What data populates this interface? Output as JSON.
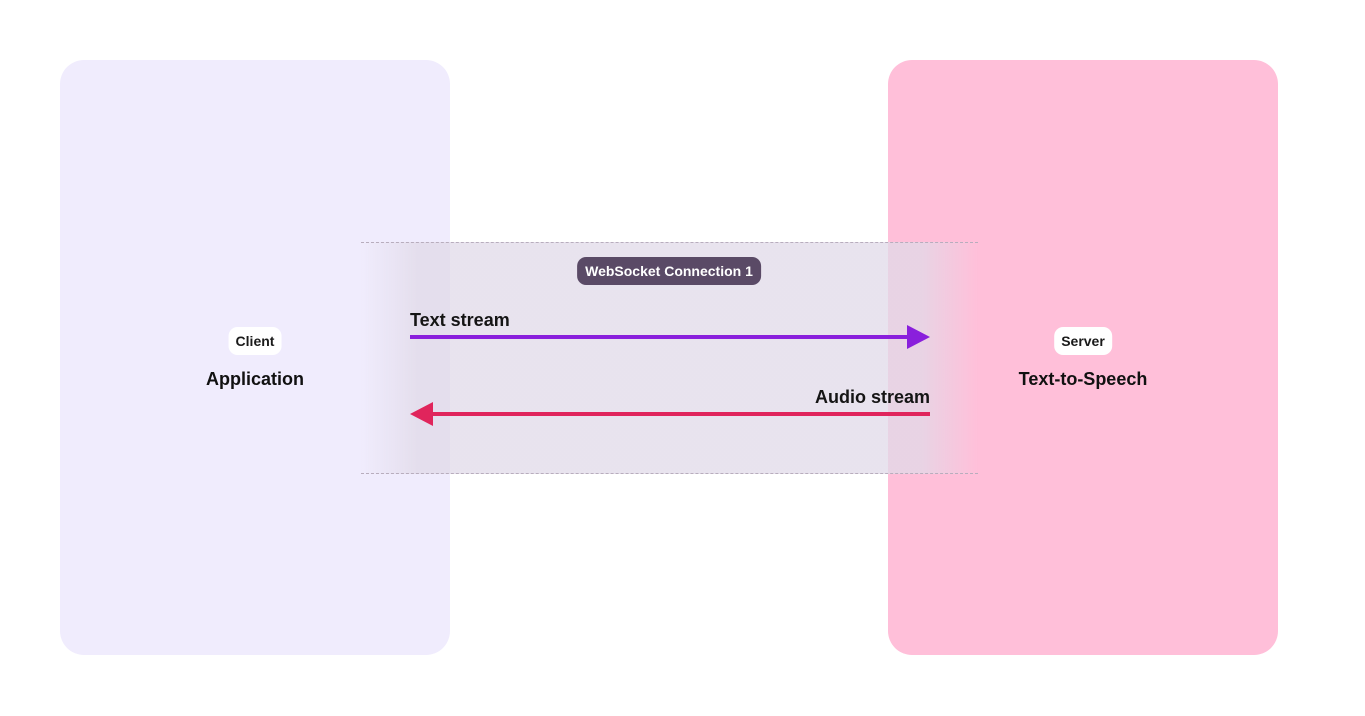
{
  "client": {
    "tag": "Client",
    "title": "Application",
    "color": "#f0ecfd"
  },
  "server": {
    "tag": "Server",
    "title": "Text-to-Speech",
    "color": "#ffbfd9"
  },
  "connection": {
    "label": "WebSocket Connection 1"
  },
  "streams": {
    "text": {
      "label": "Text stream",
      "direction": "client-to-server",
      "color": "#8a1fdc"
    },
    "audio": {
      "label": "Audio stream",
      "direction": "server-to-client",
      "color": "#e0255c"
    }
  }
}
